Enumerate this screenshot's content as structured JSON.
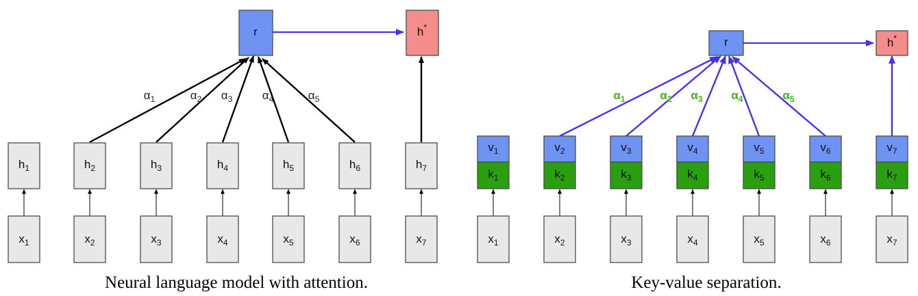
{
  "colors": {
    "gray": "#e8e8e8",
    "blue": "#6f93f2",
    "red": "#f58d8d",
    "green": "#2aa011",
    "arrow_black": "#000000",
    "arrow_blue": "#4433ee",
    "alpha_black": "#222222",
    "alpha_green": "#3fb51a"
  },
  "left": {
    "caption": "Neural language model with attention.",
    "r_label": "r",
    "hstar": {
      "base": "h",
      "sup": "*"
    },
    "h_nodes": [
      {
        "base": "h",
        "sub": "1"
      },
      {
        "base": "h",
        "sub": "2"
      },
      {
        "base": "h",
        "sub": "3"
      },
      {
        "base": "h",
        "sub": "4"
      },
      {
        "base": "h",
        "sub": "5"
      },
      {
        "base": "h",
        "sub": "6"
      },
      {
        "base": "h",
        "sub": "7"
      }
    ],
    "x_nodes": [
      {
        "base": "x",
        "sub": "1"
      },
      {
        "base": "x",
        "sub": "2"
      },
      {
        "base": "x",
        "sub": "3"
      },
      {
        "base": "x",
        "sub": "4"
      },
      {
        "base": "x",
        "sub": "5"
      },
      {
        "base": "x",
        "sub": "6"
      },
      {
        "base": "x",
        "sub": "7"
      }
    ],
    "alphas": [
      {
        "base": "α",
        "sub": "1"
      },
      {
        "base": "α",
        "sub": "2"
      },
      {
        "base": "α",
        "sub": "3"
      },
      {
        "base": "α",
        "sub": "4"
      },
      {
        "base": "α",
        "sub": "5"
      }
    ]
  },
  "right": {
    "caption": "Key-value separation.",
    "r_label": "r",
    "hstar": {
      "base": "h",
      "sup": "*"
    },
    "v_nodes": [
      {
        "base": "v",
        "sub": "1"
      },
      {
        "base": "v",
        "sub": "2"
      },
      {
        "base": "v",
        "sub": "3"
      },
      {
        "base": "v",
        "sub": "4"
      },
      {
        "base": "v",
        "sub": "5"
      },
      {
        "base": "v",
        "sub": "6"
      },
      {
        "base": "v",
        "sub": "7"
      }
    ],
    "k_nodes": [
      {
        "base": "k",
        "sub": "1"
      },
      {
        "base": "k",
        "sub": "2"
      },
      {
        "base": "k",
        "sub": "3"
      },
      {
        "base": "k",
        "sub": "4"
      },
      {
        "base": "k",
        "sub": "5"
      },
      {
        "base": "k",
        "sub": "6"
      },
      {
        "base": "k",
        "sub": "7"
      }
    ],
    "x_nodes": [
      {
        "base": "x",
        "sub": "1"
      },
      {
        "base": "x",
        "sub": "2"
      },
      {
        "base": "x",
        "sub": "3"
      },
      {
        "base": "x",
        "sub": "4"
      },
      {
        "base": "x",
        "sub": "5"
      },
      {
        "base": "x",
        "sub": "6"
      },
      {
        "base": "x",
        "sub": "7"
      }
    ],
    "alphas": [
      {
        "base": "α",
        "sub": "1"
      },
      {
        "base": "α",
        "sub": "2"
      },
      {
        "base": "α",
        "sub": "3"
      },
      {
        "base": "α",
        "sub": "4"
      },
      {
        "base": "α",
        "sub": "5"
      }
    ]
  }
}
